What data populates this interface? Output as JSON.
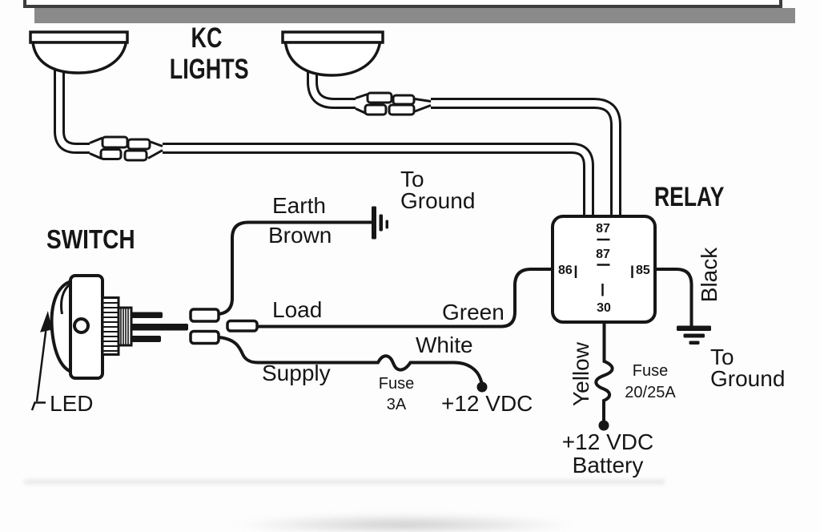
{
  "title": "KC Lights relay wiring diagram",
  "colors": {
    "background": "#fdfdfd",
    "line": "#161616",
    "gray_bar": "#8a8a8a",
    "frame_border": "#3d3d3d",
    "faint_band": "#ececec"
  },
  "labels": {
    "kc_line1": "KC",
    "kc_line2": "LIGHTS",
    "switch": "SWITCH",
    "led": "LED",
    "earth": "Earth",
    "brown": "Brown",
    "to_left": "To",
    "ground_left": "Ground",
    "load": "Load",
    "green": "Green",
    "white": "White",
    "supply": "Supply",
    "fuse_3a_line1": "Fuse",
    "fuse_3a_line2": "3A",
    "vdc_12": "+12 VDC",
    "relay": "RELAY",
    "t87_top": "87",
    "t87_mid": "87",
    "t86": "86",
    "t85": "85",
    "t30": "30",
    "black": "Black",
    "yellow": "Yellow",
    "fuse_20_25a_line1": "Fuse",
    "fuse_20_25a_line2": "20/25A",
    "vdc_battery_line1": "+12 VDC",
    "vdc_battery_line2": "Battery",
    "to_right": "To",
    "ground_right": "Ground"
  }
}
